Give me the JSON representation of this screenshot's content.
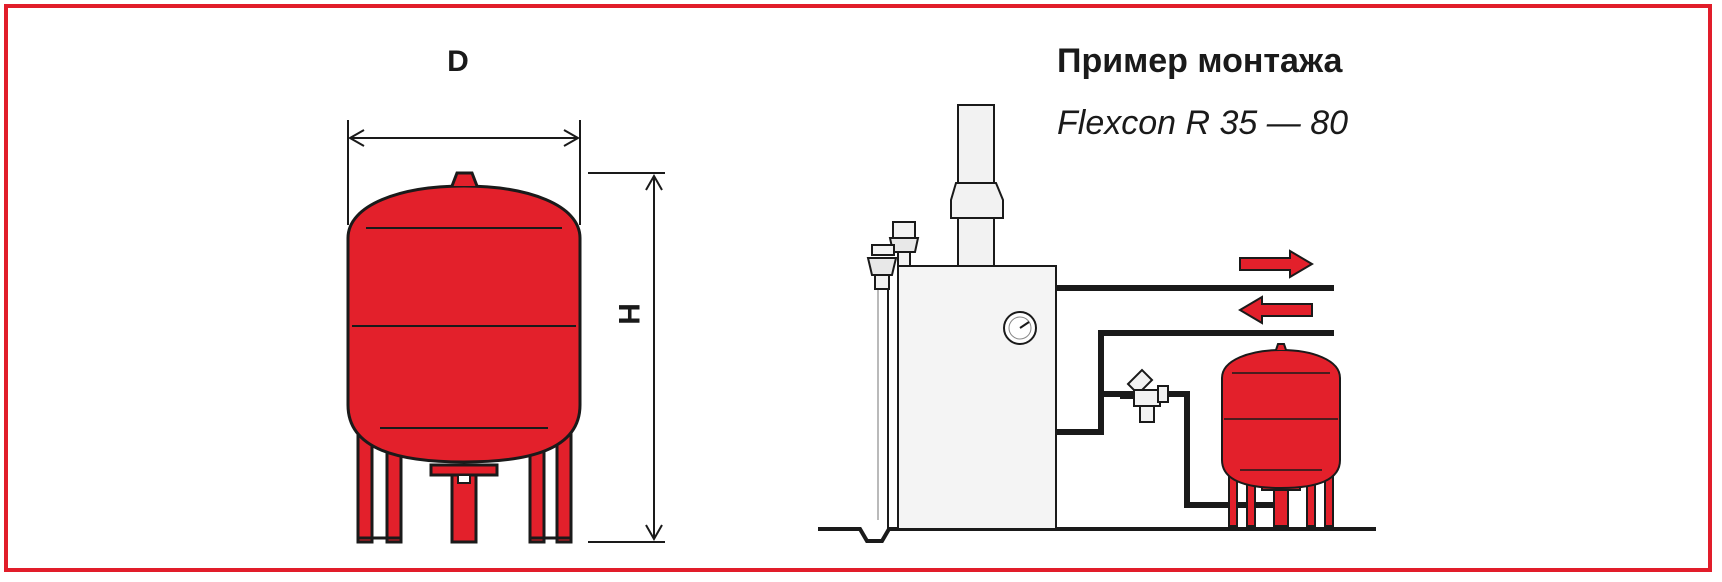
{
  "labels": {
    "diameter": "D",
    "height": "H"
  },
  "example": {
    "title": "Пример монтажа",
    "subtitle": "Flexcon R 35 — 80"
  },
  "colors": {
    "frame": "#e11d2a",
    "vessel": "#e3202b",
    "outline": "#1a1a1a",
    "boiler": "#f2f2f2",
    "arrow": "#e3202b"
  },
  "icons": {
    "flow_out": "arrow-right-icon",
    "flow_return": "arrow-left-icon",
    "gauge": "thermometer-gauge-icon",
    "air_vent": "air-vent-icon",
    "safety_valve": "safety-valve-icon"
  }
}
